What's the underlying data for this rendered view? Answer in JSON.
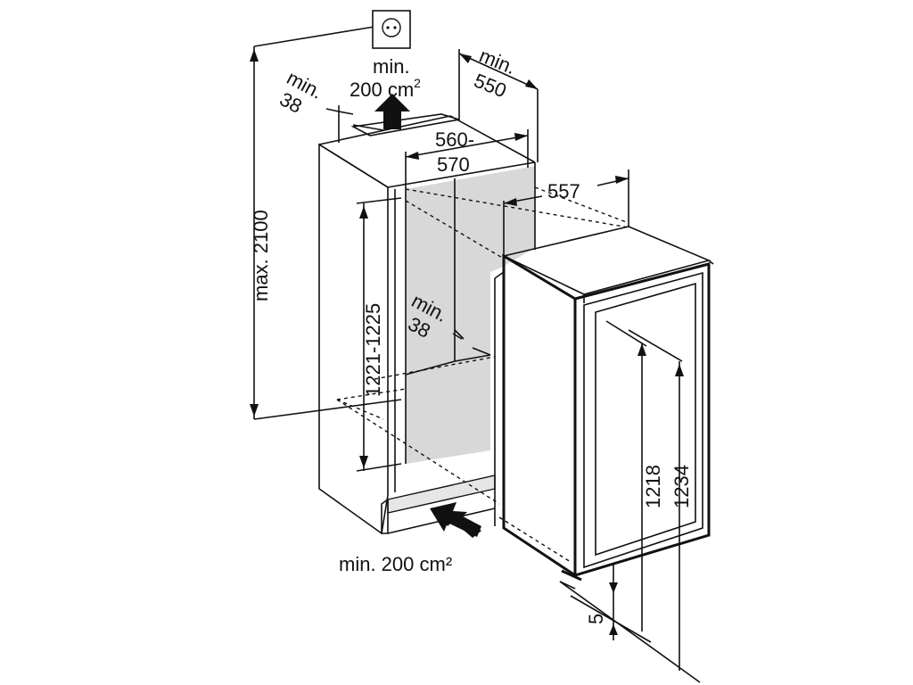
{
  "labels": {
    "vent_top": "min.",
    "vent_top_value": "200 cm",
    "vent_top_sup": "2",
    "vent_bottom": "min. 200 cm²",
    "min38_top_a": "min.",
    "min38_top_b": "38",
    "min550_a": "min.",
    "min550_b": "550",
    "width_a": "560-",
    "width_b": "570",
    "depth557": "557",
    "max2100": "max. 2100",
    "niche_height": "1221-1225",
    "min38_mid_a": "min.",
    "min38_mid_b": "38",
    "h1218": "1218",
    "h1234": "1234",
    "gap5": "5"
  },
  "icons": [
    "power-socket-icon",
    "airflow-arrow-up-icon",
    "airflow-arrow-in-icon"
  ],
  "colors": {
    "ink": "#111111",
    "niche_fill": "#d8d8d8",
    "panel_fill": "#e6e6e6"
  }
}
